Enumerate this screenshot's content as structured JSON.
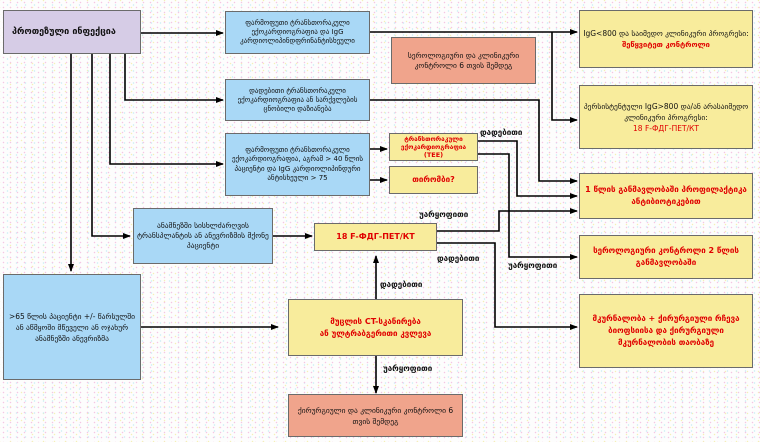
{
  "diagram": {
    "start": {
      "text": "პროთეზული ინფექცია"
    },
    "branch_1": {
      "text": "ფარმოფუთი ტრანსთორაკული ექოკარდიოგრაფია და IgG კარდიოლიპინდფრინანტისხეული"
    },
    "branch_2": {
      "text": "დადებითი ტრანსთორაკული ექოკარდიოგრაფია ან სარქვლების ცნობილი დაზიანება"
    },
    "branch_3": {
      "text": "ფარმოფუთი ტრანსთორაკული ექოკარდიოგრაფია, აგრამ > 40 წლის პაციენტი და IgG კარდიოლიპინდური ანტისხეული > 75"
    },
    "branch_4": {
      "text": "ანამნეზში სისხლძარღვის ტრანსპლანტის ან ანევრიზმის მქონე პაციენტი"
    },
    "branch_5": {
      "text": ">65 წლის პაციენტი +/- წარსულში ან აწმყოში მწეველი ან ოჯახურ ანამნეზში ანევრიზმა"
    },
    "serology_6m": {
      "text": "სეროლოგიური და კლინიკური კონტროლი 6 თვის შემდეგ"
    },
    "tee": {
      "text": "ტრანსთორაკული ექოკარდიოგრაფია (TEE)"
    },
    "question": {
      "text": "თირომბი?"
    },
    "pet_ct": {
      "text": "18 F-ФДГ-ПЕТ/КТ"
    },
    "ct_scan": {
      "text_line1": "მუცლის CT-სკანირება",
      "text_line2": "ან ულტრაბგერითი კვლევა"
    },
    "clinical_6m": {
      "text": "ქირურგიული და კლინიკური კონტროლი 6 თვის შემდეგ"
    },
    "outcome_stop": {
      "text": "IgG<800 და საიმედო კლინიკური პროგრესი:",
      "highlight": "შეწყვიტეთ კონტროლი"
    },
    "outcome_persistent": {
      "text": "პერსისტენტული IgG>800 და/ან არასაიმედო კლინიკური პროგრესი:",
      "highlight": "18 F-ФДГ-ПЕТ/КТ"
    },
    "outcome_antibiotic": {
      "text": "1 წლის განმავლობაში პროფილაქტიკა ანტიბიოტიკებით"
    },
    "outcome_serology_2y": {
      "text": "სეროლოგიური კონტროლი 2 წლის განმავლობაში"
    },
    "outcome_surgery": {
      "text": "მკურნალობა + ქირურგიული რჩევა ბიოფსიისა და ქირურგიული მკურნალობის თაობაზე"
    },
    "labels": {
      "positive": "დადებითი",
      "negative": "უარყოფითი"
    },
    "colors": {
      "purple": "#d6cce6",
      "blue": "#a9d8f6",
      "salmon": "#f0a48c",
      "yellow": "#f8ec9c",
      "accent_red": "#e00000"
    }
  }
}
